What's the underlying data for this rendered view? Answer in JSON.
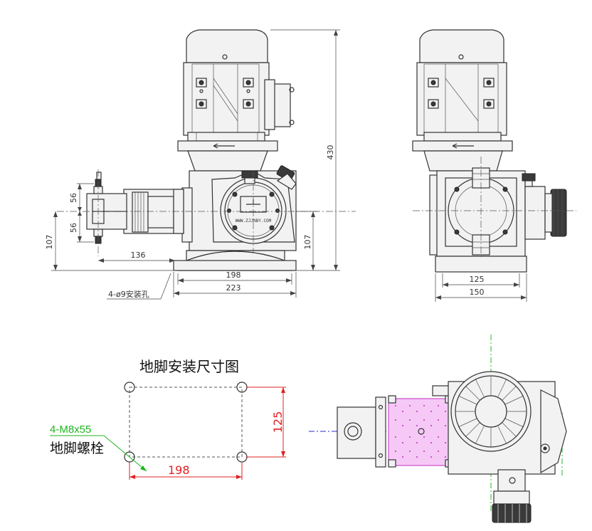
{
  "drawing": {
    "front_view": {
      "dim_height_total": "430",
      "dim_inlet_upper": "56",
      "dim_inlet_lower": "56",
      "dim_base_height": "107",
      "dim_base_height_right": "107",
      "dim_inlet_offset": "136",
      "dim_bolt_spacing": "198",
      "dim_base_length": "223",
      "mount_hole_note": "4-ø9安装孔",
      "nameplate_text": "WWW.ZJJNBY.COM"
    },
    "side_view": {
      "dim_bolt_spacing": "125",
      "dim_base_width": "150"
    },
    "footprint": {
      "title": "地脚安装尺寸图",
      "bolt_spec": "4-M8x55",
      "bolt_label": "地脚螺栓",
      "dim_height": "125",
      "dim_width": "198"
    }
  }
}
